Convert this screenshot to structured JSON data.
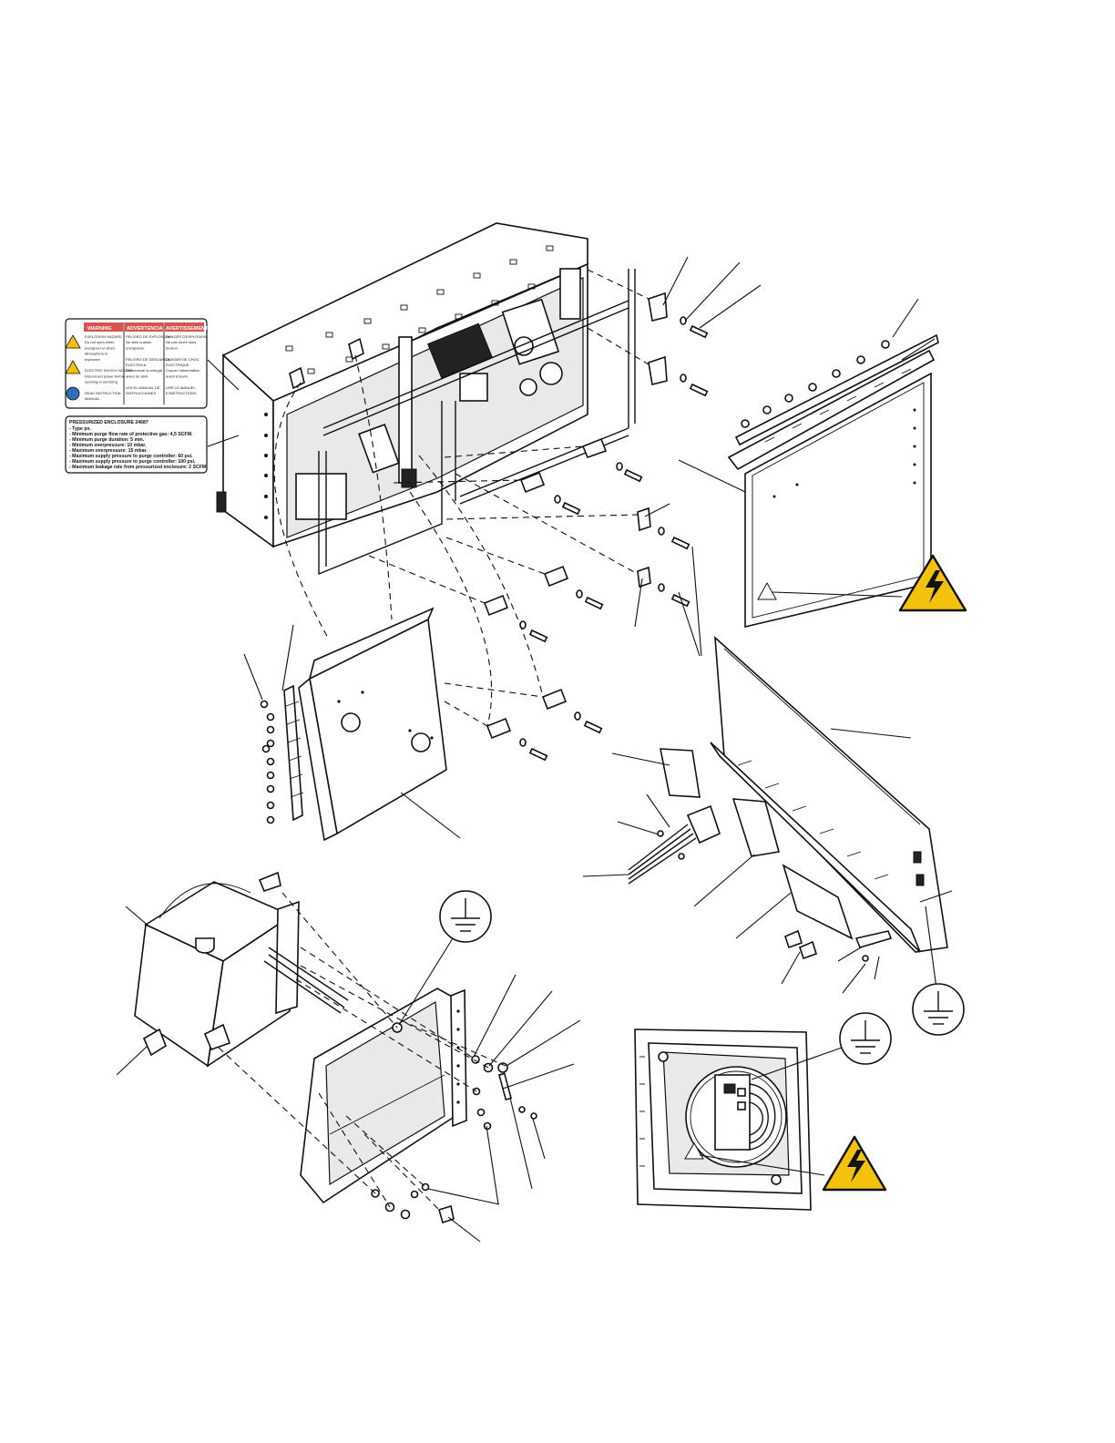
{
  "warning_label": {
    "columns": [
      {
        "header": "WARNING",
        "lines": [
          "EXPLOSION HAZARD",
          "Do not open when",
          "energized or when",
          "atmosphere is",
          "explosive.",
          "",
          "ELECTRIC SHOCK HAZARD",
          "Disconnect power before",
          "opening or servicing.",
          "",
          "READ INSTRUCTION",
          "MANUAL"
        ]
      },
      {
        "header": "ADVERTENCIA",
        "lines": [
          "PELIGRO DE EXPLOSION",
          "No abrir cuando",
          "energizado.",
          "",
          "PELIGRO DE DESCARGA",
          "ELECTRICA",
          "Desconecte la energia",
          "antes de abrir.",
          "",
          "LEA EL MANUAL DE",
          "INSTRUCCIONES"
        ]
      },
      {
        "header": "AVERTISSEMENT",
        "lines": [
          "DANGER D'EXPLOSION",
          "Ne pas ouvrir sous",
          "tension.",
          "",
          "DANGER DE CHOC",
          "ELECTRIQUE",
          "Couper l'alimentation",
          "avant d'ouvrir.",
          "",
          "LIRE LE MANUEL",
          "D'INSTRUCTIONS"
        ]
      }
    ]
  },
  "purge_label": {
    "title": "PRESSURIZED ENCLOSURE 24687",
    "lines": [
      "- Type px.",
      "- Minimum purge flow rate of protective gas: 4,5 SCFM.",
      "- Minimum purge duration: 5 min.",
      "- Minimum overpressure: 10 mbar.",
      "- Maximum overpressure: 15 mbar.",
      "- Maximum supply pressure to purge controller: 60 psi.",
      "- Maximum supply pressure to purge controller: 100 psi.",
      "- Maximum leakage rate from pressurized enclosure: 2 SCFM."
    ]
  },
  "symbols": [
    {
      "id": "ground-symbol-top",
      "meaning": "protective earth"
    },
    {
      "id": "ground-symbol-right",
      "meaning": "protective earth"
    },
    {
      "id": "ground-symbol-inset",
      "meaning": "protective earth"
    },
    {
      "id": "shock-warning-door",
      "meaning": "electric shock hazard"
    },
    {
      "id": "shock-warning-inset",
      "meaning": "electric shock hazard"
    }
  ],
  "colors": {
    "line": "#111111",
    "warning_yellow": "#f4c20d",
    "label_header_red": "#d9534f",
    "background": "#ffffff"
  }
}
